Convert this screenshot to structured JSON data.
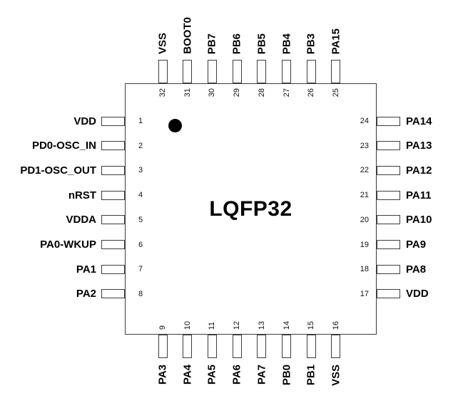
{
  "package": {
    "label": "LQFP32"
  },
  "pins": {
    "left": [
      {
        "number": "1",
        "name": "VDD"
      },
      {
        "number": "2",
        "name": "PD0-OSC_IN"
      },
      {
        "number": "3",
        "name": "PD1-OSC_OUT"
      },
      {
        "number": "4",
        "name": "nRST"
      },
      {
        "number": "5",
        "name": "VDDA"
      },
      {
        "number": "6",
        "name": "PA0-WKUP"
      },
      {
        "number": "7",
        "name": "PA1"
      },
      {
        "number": "8",
        "name": "PA2"
      }
    ],
    "top": [
      {
        "number": "32",
        "name": "VSS"
      },
      {
        "number": "31",
        "name": "BOOT0"
      },
      {
        "number": "30",
        "name": "PB7"
      },
      {
        "number": "29",
        "name": "PB6"
      },
      {
        "number": "28",
        "name": "PB5"
      },
      {
        "number": "27",
        "name": "PB4"
      },
      {
        "number": "26",
        "name": "PB3"
      },
      {
        "number": "25",
        "name": "PA15"
      }
    ],
    "right": [
      {
        "number": "24",
        "name": "PA14"
      },
      {
        "number": "23",
        "name": "PA13"
      },
      {
        "number": "22",
        "name": "PA12"
      },
      {
        "number": "21",
        "name": "PA11"
      },
      {
        "number": "20",
        "name": "PA10"
      },
      {
        "number": "19",
        "name": "PA9"
      },
      {
        "number": "18",
        "name": "PA8"
      },
      {
        "number": "17",
        "name": "VDD"
      }
    ],
    "bottom": [
      {
        "number": "9",
        "name": "PA3"
      },
      {
        "number": "10",
        "name": "PA4"
      },
      {
        "number": "11",
        "name": "PA5"
      },
      {
        "number": "12",
        "name": "PA6"
      },
      {
        "number": "13",
        "name": "PA7"
      },
      {
        "number": "14",
        "name": "PB0"
      },
      {
        "number": "15",
        "name": "PB1"
      },
      {
        "number": "16",
        "name": "VSS"
      }
    ]
  }
}
